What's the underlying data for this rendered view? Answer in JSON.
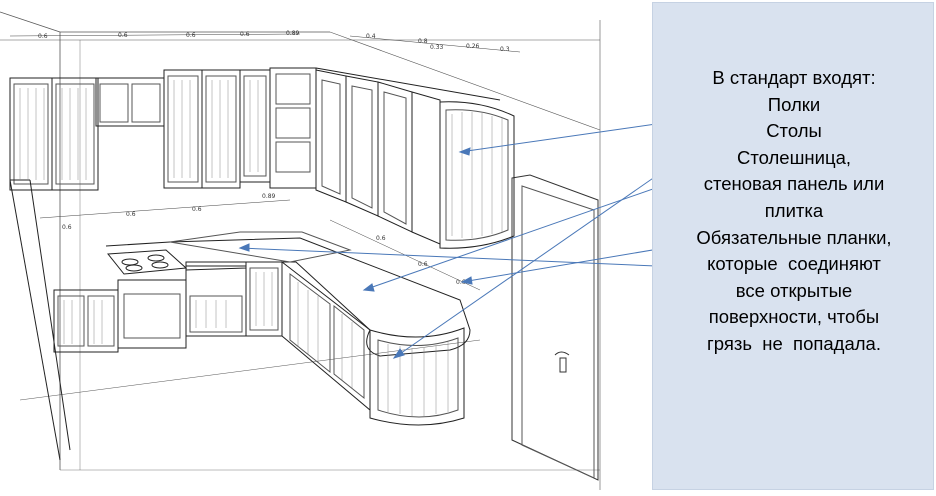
{
  "legend": {
    "lines": [
      "В стандарт входят:",
      "Полки",
      "Столы",
      "Столешница,",
      "стеновая панель или",
      "плитка",
      "Обязательные планки,",
      "которые  соединяют",
      "все открытые",
      "поверхности, чтобы",
      "грязь  не  попадала."
    ]
  },
  "dimensions": {
    "top": [
      "0.6",
      "0.6",
      "0.6",
      "0.6",
      "0.89"
    ],
    "top_right": [
      "0.4",
      "0.8",
      "0.33",
      "0.26",
      "0.3"
    ],
    "mid": [
      "0.6",
      "0.6",
      "0.6",
      "0.89"
    ],
    "right": [
      "0.6",
      "0.6",
      "0.6"
    ]
  },
  "colors": {
    "panel": "#d9e2ef",
    "line": "#222222",
    "callout": "#4a78b8"
  }
}
